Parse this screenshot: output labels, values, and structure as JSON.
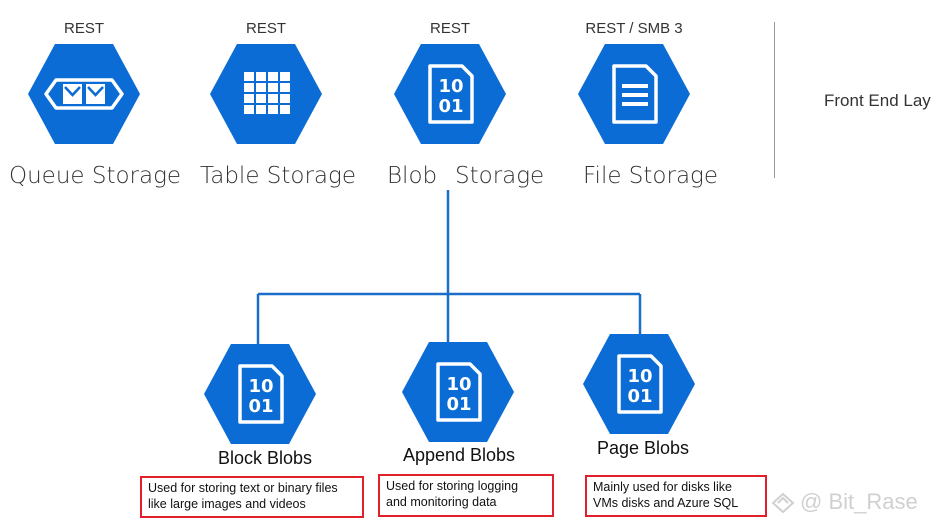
{
  "services": [
    {
      "protocol": "REST",
      "label": "Queue Storage",
      "icon": "queue-icon"
    },
    {
      "protocol": "REST",
      "label": "Table Storage",
      "icon": "table-icon"
    },
    {
      "protocol": "REST",
      "label_left": "Blob",
      "label_right": "Storage",
      "icon": "blob-icon"
    },
    {
      "protocol": "REST / SMB 3",
      "label": "File Storage",
      "icon": "file-icon"
    }
  ],
  "front_end": "Front End Lay",
  "blob_types": [
    {
      "label": "Block Blobs",
      "note_lines": [
        "Used for storing text or binary files",
        "like large images and videos"
      ]
    },
    {
      "label": "Append Blobs",
      "note_lines": [
        "Used for storing logging",
        "and monitoring  data"
      ]
    },
    {
      "label": "Page Blobs",
      "note_lines": [
        "Mainly used for disks like",
        "VMs disks and Azure SQL"
      ]
    }
  ],
  "icon_text": {
    "top": "10",
    "bottom": "01"
  },
  "watermark": "@ Bit_Rase",
  "colors": {
    "hex": "#0a6cd4",
    "line": "#1a6ec9",
    "note_border": "#e0202a"
  }
}
